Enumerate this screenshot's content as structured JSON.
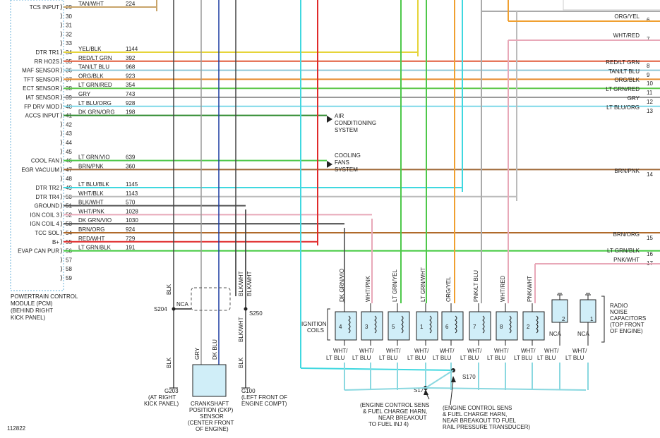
{
  "pcm": {
    "title_lines": [
      "POWERTRAIN CONTROL",
      "MODULE (PCM)",
      "(BEHIND RIGHT",
      "KICK PANEL)"
    ],
    "pins": [
      {
        "pin": "29",
        "name": "TCS INPUT",
        "color": "TAN/WHT",
        "circuit": "224",
        "hex": "#c8a46a"
      },
      {
        "pin": "30",
        "name": "",
        "color": "",
        "circuit": "",
        "hex": ""
      },
      {
        "pin": "31",
        "name": "",
        "color": "",
        "circuit": "",
        "hex": ""
      },
      {
        "pin": "32",
        "name": "",
        "color": "",
        "circuit": "",
        "hex": ""
      },
      {
        "pin": "33",
        "name": "",
        "color": "",
        "circuit": "",
        "hex": ""
      },
      {
        "pin": "34",
        "name": "DTR TR1",
        "color": "YEL/BLK",
        "circuit": "1144",
        "hex": "#e6d43a"
      },
      {
        "pin": "35",
        "name": "RR HO2S",
        "color": "RED/LT GRN",
        "circuit": "392",
        "hex": "#e05a3a"
      },
      {
        "pin": "36",
        "name": "MAF SENSOR",
        "color": "TAN/LT BLU",
        "circuit": "968",
        "hex": "#8fc8d8"
      },
      {
        "pin": "37",
        "name": "TFT SENSOR",
        "color": "ORG/BLK",
        "circuit": "923",
        "hex": "#e68a2e"
      },
      {
        "pin": "38",
        "name": "ECT SENSOR",
        "color": "LT GRN/RED",
        "circuit": "354",
        "hex": "#5ec84a"
      },
      {
        "pin": "39",
        "name": "IAT SENSOR",
        "color": "GRY",
        "circuit": "743",
        "hex": "#9a9a9a"
      },
      {
        "pin": "40",
        "name": "FP DRV MOD",
        "color": "LT BLU/ORG",
        "circuit": "928",
        "hex": "#7fd8e8"
      },
      {
        "pin": "41",
        "name": "ACCS INPUT",
        "color": "DK GRN/ORG",
        "circuit": "198",
        "hex": "#2e8a2e"
      },
      {
        "pin": "42",
        "name": "",
        "color": "",
        "circuit": "",
        "hex": ""
      },
      {
        "pin": "43",
        "name": "",
        "color": "",
        "circuit": "",
        "hex": ""
      },
      {
        "pin": "44",
        "name": "",
        "color": "",
        "circuit": "",
        "hex": ""
      },
      {
        "pin": "45",
        "name": "",
        "color": "",
        "circuit": "",
        "hex": ""
      },
      {
        "pin": "46",
        "name": "COOL FAN",
        "color": "LT GRN/VIO",
        "circuit": "639",
        "hex": "#4ec84a"
      },
      {
        "pin": "47",
        "name": "EGR VACUUM",
        "color": "BRN/PNK",
        "circuit": "360",
        "hex": "#a06a3a"
      },
      {
        "pin": "48",
        "name": "",
        "color": "",
        "circuit": "",
        "hex": ""
      },
      {
        "pin": "49",
        "name": "DTR TR2",
        "color": "LT BLU/BLK",
        "circuit": "1145",
        "hex": "#40d8e0"
      },
      {
        "pin": "50",
        "name": "DTR TR4",
        "color": "WHT/BLK",
        "circuit": "1143",
        "hex": "#bbbbbb"
      },
      {
        "pin": "51",
        "name": "GROUND",
        "color": "BLK/WHT",
        "circuit": "570",
        "hex": "#555555"
      },
      {
        "pin": "52",
        "name": "IGN COIL 3",
        "color": "WHT/PNK",
        "circuit": "1028",
        "hex": "#e8a8b8"
      },
      {
        "pin": "53",
        "name": "IGN COIL 4",
        "color": "DK GRN/VIO",
        "circuit": "1030",
        "hex": "#444444"
      },
      {
        "pin": "54",
        "name": "TCC SOL",
        "color": "BRN/ORG",
        "circuit": "924",
        "hex": "#b06a2a"
      },
      {
        "pin": "55",
        "name": "B+",
        "color": "RED/WHT",
        "circuit": "729",
        "hex": "#e02a2a"
      },
      {
        "pin": "56",
        "name": "EVAP CAN PUR",
        "color": "LT GRN/BLK",
        "circuit": "191",
        "hex": "#3ec83a"
      },
      {
        "pin": "57",
        "name": "",
        "color": "",
        "circuit": "",
        "hex": ""
      },
      {
        "pin": "58",
        "name": "",
        "color": "",
        "circuit": "",
        "hex": ""
      },
      {
        "pin": "59",
        "name": "",
        "color": "",
        "circuit": "",
        "hex": ""
      }
    ]
  },
  "right_wires": [
    {
      "label": "ORG/YEL",
      "num": "6"
    },
    {
      "label": "WHT/RED",
      "num": "7"
    },
    {
      "label": "RED/LT GRN",
      "num": "8"
    },
    {
      "label": "TAN/LT BLU",
      "num": "9"
    },
    {
      "label": "ORG/BLK",
      "num": "10"
    },
    {
      "label": "LT GRN/RED",
      "num": "11"
    },
    {
      "label": "GRY",
      "num": "12"
    },
    {
      "label": "LT BLU/ORG",
      "num": "13"
    },
    {
      "label": "BRN/PNK",
      "num": "14"
    },
    {
      "label": "BRN/ORG",
      "num": "15"
    },
    {
      "label": "LT GRN/BLK",
      "num": "16"
    },
    {
      "label": "PNK/WHT",
      "num": "17"
    }
  ],
  "systems": {
    "ac": [
      "AIR",
      "CONDITIONING",
      "SYSTEM"
    ],
    "fans": [
      "COOLING",
      "FANS",
      "SYSTEM"
    ]
  },
  "coils": {
    "title": [
      "IGNITION",
      "COILS"
    ],
    "items": [
      {
        "num": "4",
        "wire": "DK GRN/VIO"
      },
      {
        "num": "3",
        "wire": "WHT/PNK"
      },
      {
        "num": "5",
        "wire": "LT GRN/YEL"
      },
      {
        "num": "1",
        "wire": "LT GRN/WHT"
      },
      {
        "num": "6",
        "wire": "ORG/YEL"
      },
      {
        "num": "7",
        "wire": "PNK/LT BLU"
      },
      {
        "num": "8",
        "wire": "WHT/RED"
      },
      {
        "num": "2",
        "wire": "PNK/WHT"
      }
    ],
    "bottom_wire": [
      "WHT/",
      "LT BLU"
    ]
  },
  "capacitors": {
    "nums": [
      "2",
      "1"
    ],
    "nca": "NCA",
    "title": [
      "RADIO",
      "NOISE",
      "CAPACITORS",
      "(TOP FRONT",
      "OF ENGINE)"
    ]
  },
  "splices": {
    "s204": "S204",
    "s250": "S250",
    "s170": "S170",
    "s171": "S171",
    "nca": "NCA"
  },
  "grounds": {
    "g203": [
      "G203",
      "(AT RIGHT",
      "KICK PANEL)"
    ],
    "g100": [
      "G100",
      "(LEFT FRONT OF",
      "ENGINE COMPT)"
    ]
  },
  "ckp": {
    "wires": [
      "GRY",
      "DK BLU"
    ],
    "title": [
      "CRANKSHAFT",
      "POSITION (CKP)",
      "SENSOR",
      "(CENTER FRONT",
      "OF ENGINE)"
    ]
  },
  "vertical_labels": {
    "blk": "BLK",
    "blkwht": "BLK/WHT"
  },
  "harness_notes": {
    "s171_note": [
      "(ENGINE CONTROL SENS",
      "& FUEL CHARGE HARN,",
      "NEAR BREAKOUT",
      "TO FUEL INJ 4)"
    ],
    "s170_note": [
      "(ENGINE CONTROL SENS",
      "& FUEL CHARGE HARN,",
      "NEAR BREAKOUT TO FUEL",
      "RAIL PRESSURE TRANSDUCER)"
    ]
  },
  "footer": {
    "code": "112822"
  }
}
